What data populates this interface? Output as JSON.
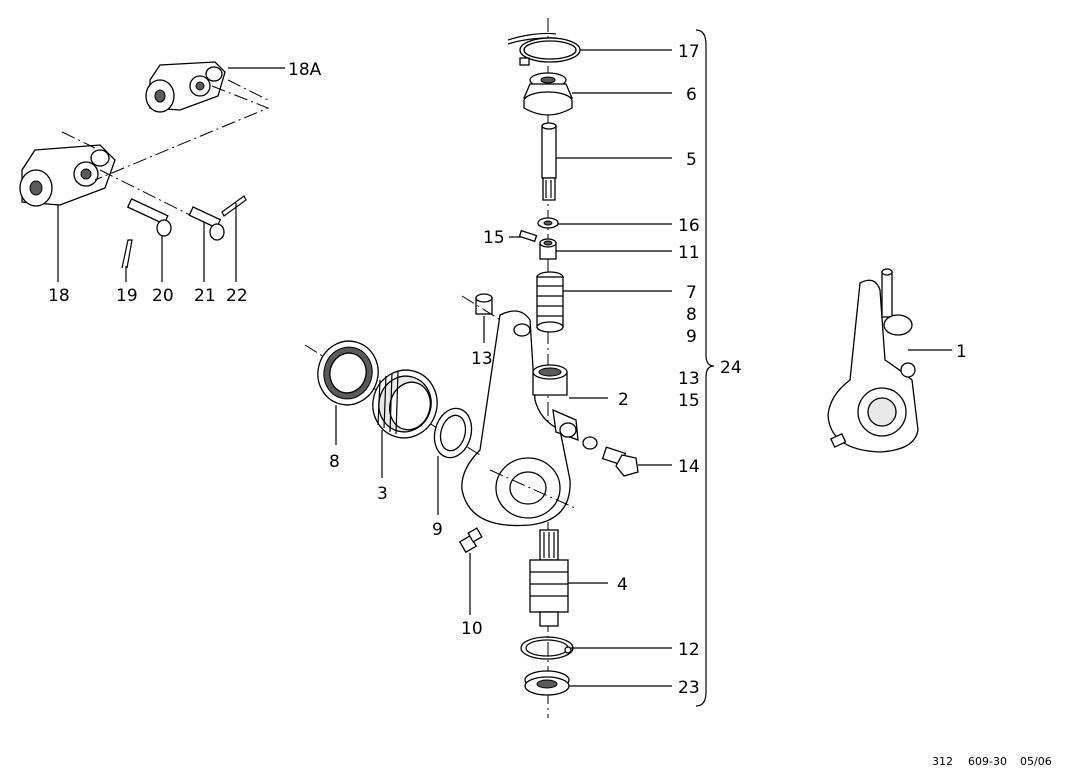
{
  "labels": {
    "p1": "1",
    "p2": "2",
    "p3": "3",
    "p4": "4",
    "p5": "5",
    "p6": "6",
    "p7": "7",
    "p8_right": "8",
    "p9_right": "9",
    "p8_left": "8",
    "p9_left": "9",
    "p10": "10",
    "p11": "11",
    "p12": "12",
    "p13_right": "13",
    "p13_left": "13",
    "p14": "14",
    "p15_right": "15",
    "p15_left": "15",
    "p16": "16",
    "p17": "17",
    "p18": "18",
    "p18a": "18A",
    "p19": "19",
    "p20": "20",
    "p21": "21",
    "p22": "22",
    "p23": "23",
    "p24": "24"
  },
  "footer": {
    "page": "312",
    "code": "609-30",
    "date": "05/06"
  }
}
